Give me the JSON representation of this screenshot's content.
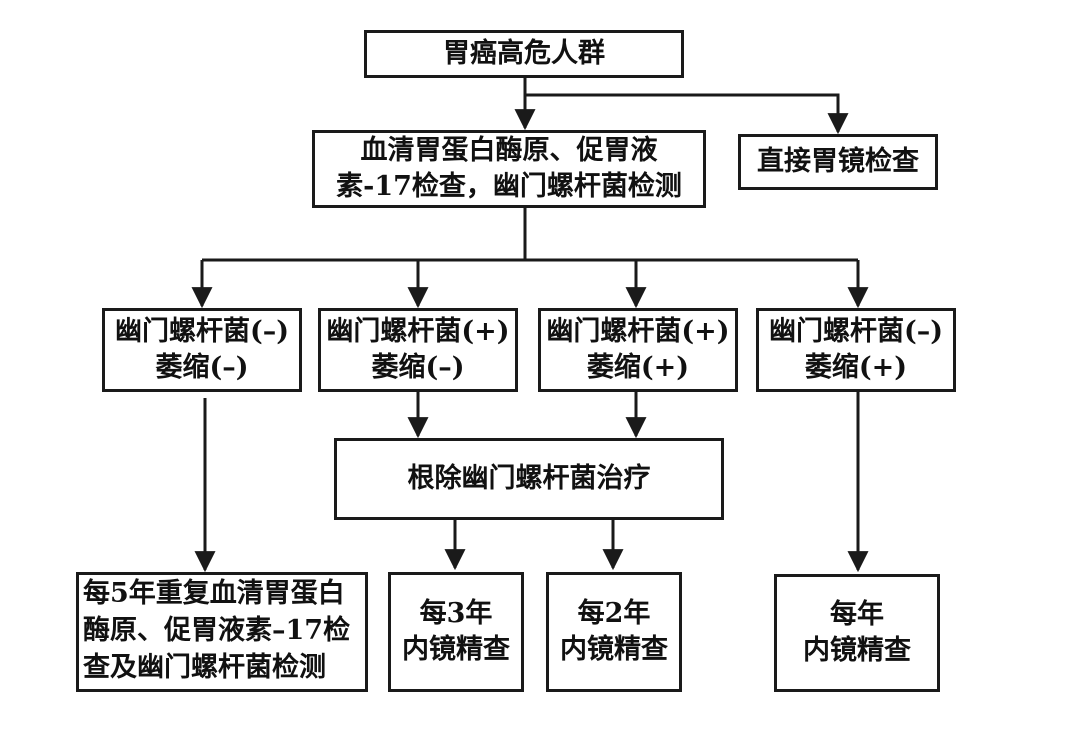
{
  "nodes": {
    "high_risk": "胃癌高危人群",
    "serum_test_line1": "血清胃蛋白酶原、促胃液",
    "serum_test_line2": "素-17检查，幽门螺杆菌检测",
    "direct_endoscopy": "直接胃镜检查",
    "hp_neg_atrophy_neg_line1": "幽门螺杆菌(–)",
    "hp_neg_atrophy_neg_line2": "萎缩(–)",
    "hp_pos_atrophy_neg_line1": "幽门螺杆菌(+)",
    "hp_pos_atrophy_neg_line2": "萎缩(–)",
    "hp_pos_atrophy_pos_line1": "幽门螺杆菌(+)",
    "hp_pos_atrophy_pos_line2": "萎缩(+)",
    "hp_neg_atrophy_pos_line1": "幽门螺杆菌(–)",
    "hp_neg_atrophy_pos_line2": "萎缩(+)",
    "eradication": "根除幽门螺杆菌治疗",
    "every5_line1": "每5年重复血清胃蛋白",
    "every5_line2": "酶原、促胃液素–17检",
    "every5_line3": "查及幽门螺杆菌检测",
    "every3_line1": "每3年",
    "every3_line2": "内镜精查",
    "every2_line1": "每2年",
    "every2_line2": "内镜精查",
    "every1_line1": "每年",
    "every1_line2": "内镜精查"
  },
  "colors": {
    "line": "#1a1a1a",
    "box_border": "#1a1a1a",
    "background": "#ffffff"
  }
}
